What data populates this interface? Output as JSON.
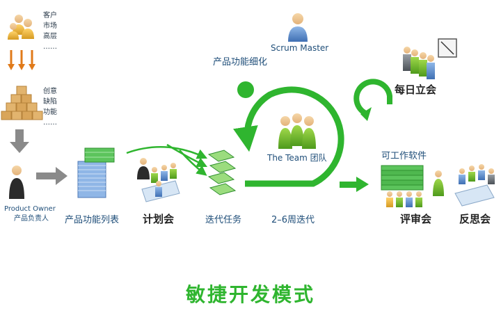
{
  "customer_group": {
    "lines": [
      "客户",
      "市场",
      "高层",
      "……"
    ]
  },
  "idea_group": {
    "lines": [
      "创意",
      "缺陷",
      "功能",
      "……"
    ]
  },
  "product_owner": {
    "title": "Product Owner",
    "subtitle": "产品负责人"
  },
  "product_backlog": {
    "label": "产品功能列表"
  },
  "planning_meeting": {
    "label": "计划会"
  },
  "sprint_tasks": {
    "label": "迭代任务"
  },
  "sprint": {
    "label": "2–6周迭代"
  },
  "backlog_refinement": {
    "label": "产品功能细化"
  },
  "scrum_master": {
    "label": "Scrum Master"
  },
  "team": {
    "label": "The Team 团队"
  },
  "daily_standup": {
    "label": "每日立会"
  },
  "working_software": {
    "label": "可工作软件"
  },
  "review_meeting": {
    "label": "评审会"
  },
  "retrospective": {
    "label": "反思会"
  },
  "footer": {
    "title": "敏捷开发模式"
  },
  "colors": {
    "cycle_green": "#2fb52f",
    "title_green": "#2fb52f",
    "arrow_orange": "#e07a1a",
    "arrow_gray": "#8a8a8a",
    "backlog_blue": "#8fb6e6",
    "text_blue": "#1f4e79"
  }
}
